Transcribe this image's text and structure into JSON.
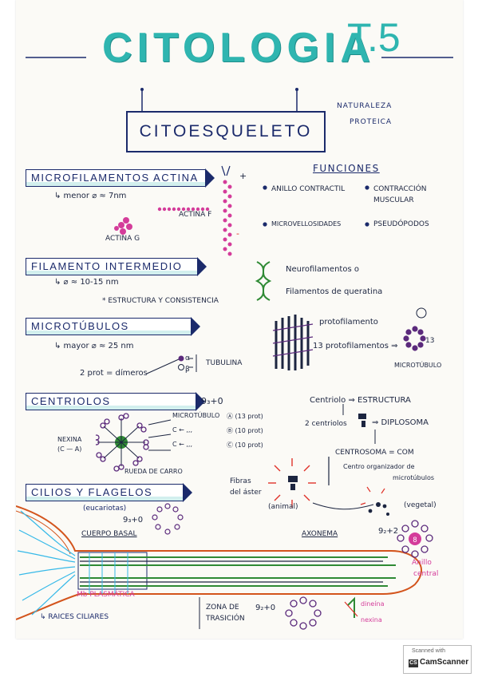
{
  "title": {
    "main": "CITOLOGIA",
    "suffix": "T.5"
  },
  "header_box": "CITOESQUELETO",
  "nature_note": [
    "NATURALEZA",
    "PROTEICA"
  ],
  "microfilamentos": {
    "banner": "MICROFILAMENTOS ACTINA",
    "size": "↳ menor ⌀ ≈ 7nm",
    "actina_f": "ACTINA F",
    "actina_g": "ACTINA G",
    "plus": "+",
    "minus": "-"
  },
  "funciones": {
    "heading": "FUNCIONES",
    "items": [
      "ANILLO CONTRACTIL",
      "CONTRACCIÓN MUSCULAR",
      "MICROVELLOSIDADES",
      "PSEUDÓPODOS"
    ]
  },
  "filamento": {
    "banner": "FILAMENTO INTERMEDIO",
    "size": "↳ ⌀ ≈ 10-15 nm",
    "note": "* ESTRUCTURA Y CONSISTENCIA",
    "neuro_1": "Neurofilamentos o",
    "neuro_2": "Filamentos de queratina"
  },
  "microtubulos": {
    "banner": "MICROTÚBULOS",
    "size": "↳ mayor ⌀ ≈ 25 nm",
    "dimeros": "2 prot = dímeros",
    "tubulina": "TUBULINA",
    "alpha": "α",
    "beta": "β",
    "protofilamento": "protofilamento",
    "protofilamentos": "13 protofilamentos ⇒",
    "label_13": "13",
    "microtubulo": "MICROTÚBULO"
  },
  "centriolos": {
    "banner": "CENTRIOLOS",
    "formula": "9₃+0",
    "nexina": "NEXINA",
    "ca": "(C — A)",
    "rueda": "RUEDA DE CARRO",
    "rows": [
      {
        "left": "MICROTÚBULO",
        "right": "Ⓐ (13 prot)"
      },
      {
        "left": "C ← ,,,",
        "right": "Ⓑ (10 prot)"
      },
      {
        "left": "C ← ,,,",
        "right": "Ⓒ (10 prot)"
      }
    ],
    "centriolo_estructura": "Centriolo ⇒ ESTRUCTURA",
    "dos_centriolos": "2 centriolos",
    "diplosoma": "⇒ DIPLOSOMA",
    "centrosoma": "CENTROSOMA = COM",
    "cmo_1": "Centro organizador de",
    "cmo_2": "microtúbulos",
    "fibras": [
      "Fibras",
      "del áster"
    ],
    "animal": "(animal)",
    "vegetal": "(vegetal)"
  },
  "cilios": {
    "banner": "CILIOS Y FLAGELOS",
    "eucariotas": "(eucariotas)",
    "formula_basal": "9₃+0",
    "cuerpo_basal": "CUERPO BASAL",
    "axonema": "AXONEMA",
    "formula_axonema": "9₂+2",
    "mb": "Mb PLASMÁTICA",
    "raices": "↳ RAICES CILIARES",
    "zona": [
      "ZONA DE",
      "TRASICIÓN"
    ],
    "formula_zona": "9₂+0",
    "anillo_central": [
      "Anillo",
      "central"
    ],
    "dineina": "dineína",
    "nexina": "nexina"
  },
  "scanner": {
    "top": "Scanned with",
    "brand": "CamScanner"
  },
  "colors": {
    "teal": "#2fb5b0",
    "navy": "#1b2a6b",
    "pink": "#d43c9a",
    "purple": "#5b2a7c",
    "green": "#2f8a34",
    "orange": "#d3541c",
    "cyan": "#36b9e8",
    "red": "#e0332b"
  }
}
